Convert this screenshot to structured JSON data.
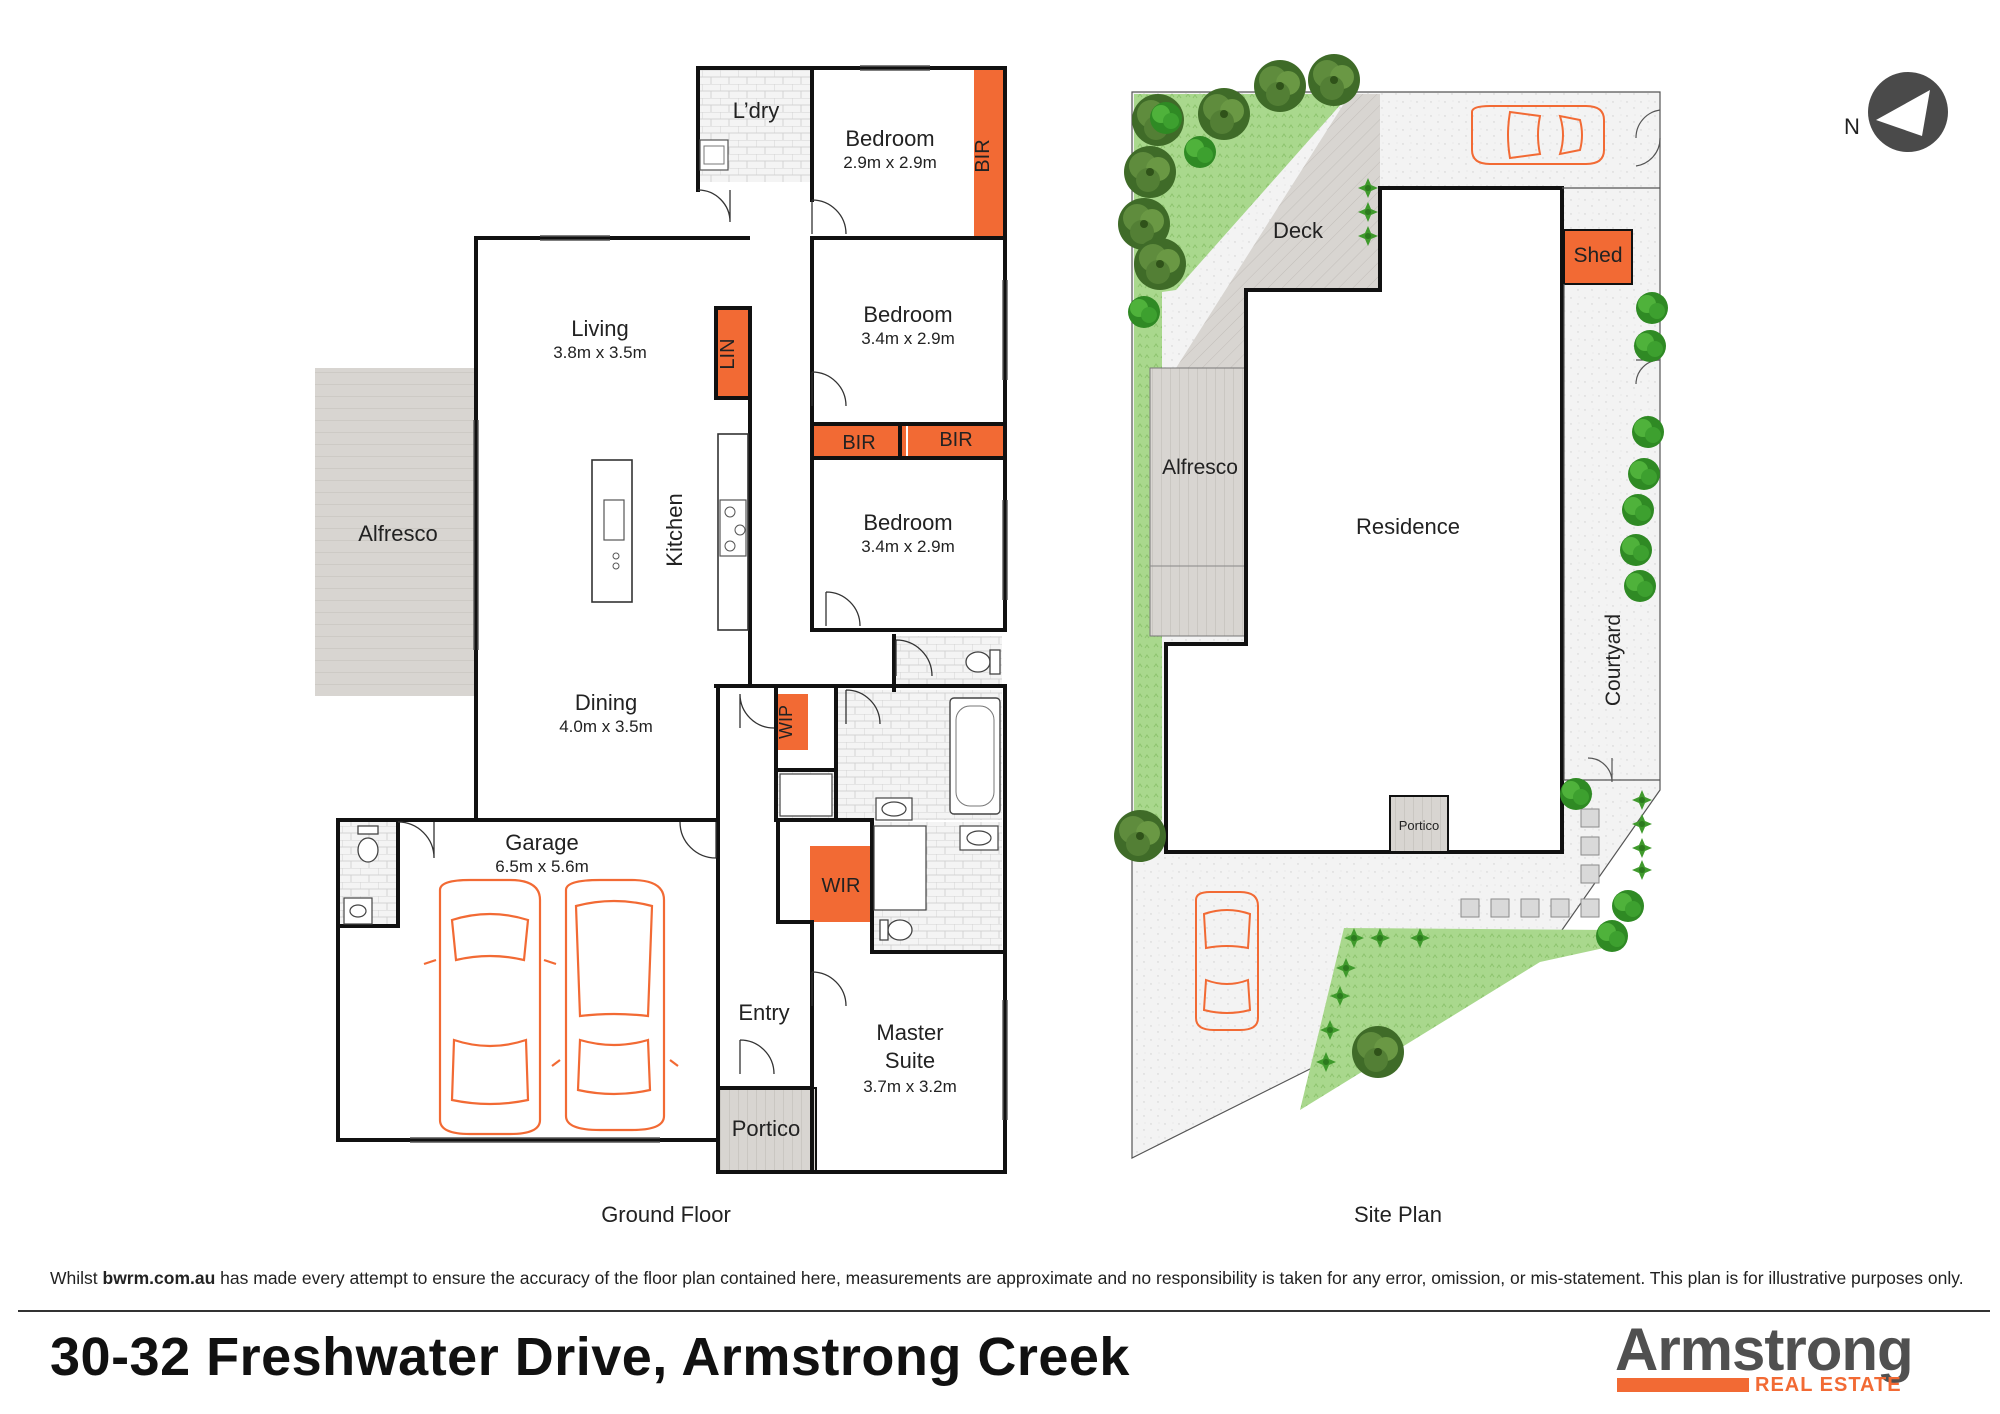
{
  "floor": {
    "title": "Ground Floor",
    "rooms": {
      "laundry": "L’dry",
      "bed2_name": "Bedroom",
      "bed2_size": "2.9m x 2.9m",
      "bed3_name": "Bedroom",
      "bed3_size": "3.4m x 2.9m",
      "bed4_name": "Bedroom",
      "bed4_size": "3.4m x 2.9m",
      "living_name": "Living",
      "living_size": "3.8m x 3.5m",
      "dining_name": "Dining",
      "dining_size": "4.0m x 3.5m",
      "kitchen": "Kitchen",
      "alfresco": "Alfresco",
      "garage_name": "Garage",
      "garage_size": "6.5m x 5.6m",
      "entry": "Entry",
      "portico": "Portico",
      "master_line1": "Master",
      "master_line2": "Suite",
      "master_size": "3.7m x 3.2m"
    },
    "storage": {
      "bir_top": "BIR",
      "lin": "LIN",
      "bir_a": "BIR",
      "bir_b": "BIR",
      "wip": "WIP",
      "wir": "WIR"
    }
  },
  "site": {
    "title": "Site Plan",
    "residence": "Residence",
    "deck": "Deck",
    "alfresco": "Alfresco",
    "shed": "Shed",
    "courtyard": "Courtyard",
    "portico": "Portico",
    "north": "N"
  },
  "footer": {
    "disclaimer_pre": "Whilst ",
    "disclaimer_site": "bwrm.com.au",
    "disclaimer_post": " has made every attempt to ensure the accuracy of the floor plan contained here, measurements are approximate and no responsibility is taken for any error, omission, or mis-statement. This plan is for illustrative purposes only.",
    "address": "30-32 Freshwater Drive, Armstrong Creek"
  },
  "logo": {
    "main": "Armstrong",
    "sub": "REAL ESTATE"
  },
  "colors": {
    "accent": "#f26a34",
    "wall": "#111111",
    "deck": "#d8d5d1",
    "lawn": "#a9d88d",
    "paving": "#f1f1f1",
    "tree": "#4d7a32"
  }
}
